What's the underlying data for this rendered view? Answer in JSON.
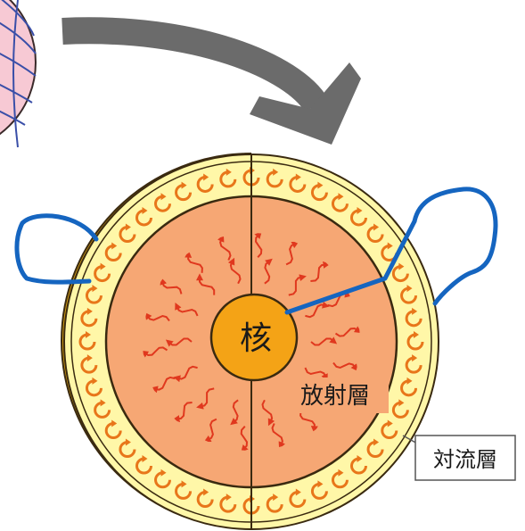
{
  "labels": {
    "core": "核",
    "radiative": "放射層",
    "convective": "対流層"
  },
  "colors": {
    "background": "#ffffff",
    "arrow": "#6b6b6b",
    "globe_fill": "#f7c9d4",
    "globe_lines": "#3a4fa8",
    "shell_side": "#c99412",
    "convective_fill": "#fff7a8",
    "radiative_fill": "#f6a774",
    "core_fill": "#f4a316",
    "swirl": "#e8761a",
    "wave": "#e0381e",
    "outline": "#3a2a10",
    "annotation": "#1565c0",
    "label_box_border": "#555555"
  },
  "icons": {
    "arrow": "curved-arrow-icon",
    "convection_cell": "circular-arrow-icon",
    "radiation": "wavy-arrow-icon"
  }
}
